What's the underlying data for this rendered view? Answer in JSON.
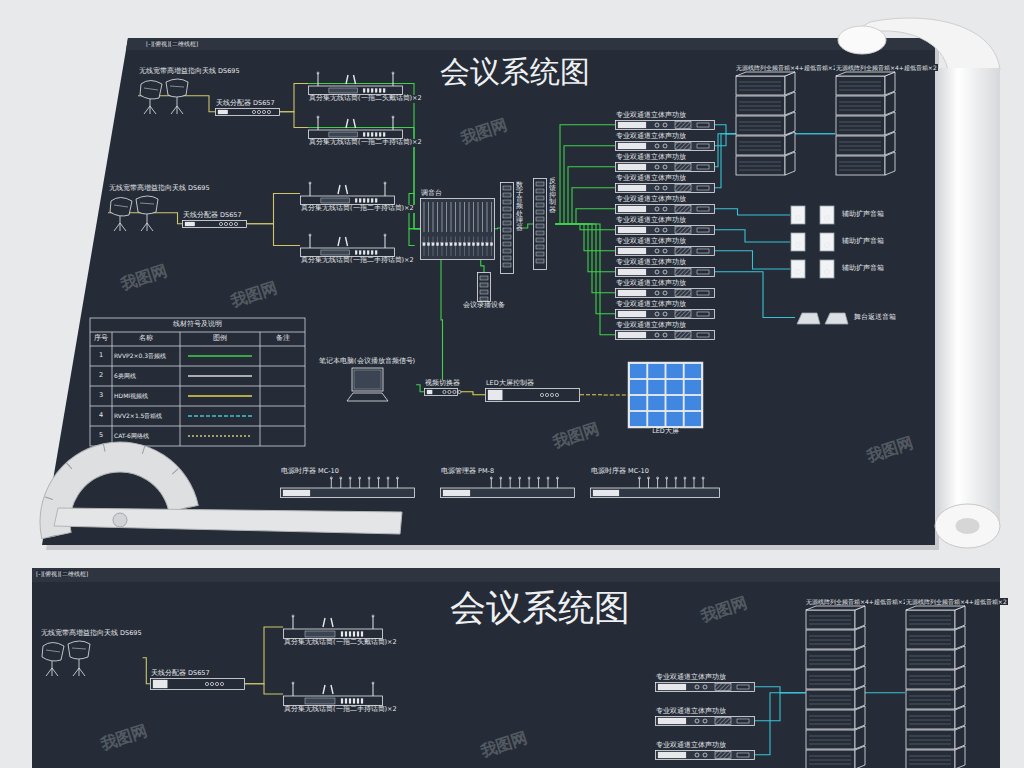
{
  "diagram": {
    "title": "会议系统图",
    "nodes": [
      {
        "text": [
          "无线宽带高增益指向天线 DS695"
        ]
      },
      {
        "text": [
          "天线分配器 DS657"
        ]
      },
      {
        "text": [
          "真分集无线话筒(一拖二头戴话筒)×2"
        ]
      },
      {
        "text": [
          "真分集无线话筒(一拖二手持话筒)×2"
        ]
      },
      {
        "text": [
          "无线宽带高增益指向天线 DS695"
        ]
      },
      {
        "text": [
          "天线分配器 DS657"
        ]
      },
      {
        "text": [
          "真分集无线话筒(一拖二手持话筒)×2"
        ]
      },
      {
        "text": [
          "真分集无线话筒(一拖二手持话筒)×2"
        ]
      },
      {
        "text": [
          "调音台"
        ]
      },
      {
        "text": [
          "会议录播设备"
        ]
      },
      {
        "text": [
          "数字音频处理器"
        ]
      },
      {
        "text": [
          "反馈抑制器"
        ]
      },
      {
        "text": [
          "专业双通道立体声功放"
        ]
      },
      {
        "text": [
          "专业双通道立体声功放"
        ]
      },
      {
        "text": [
          "专业双通道立体声功放"
        ]
      },
      {
        "text": [
          "专业双通道立体声功放"
        ]
      },
      {
        "text": [
          "专业双通道立体声功放"
        ]
      },
      {
        "text": [
          "专业双通道立体声功放"
        ]
      },
      {
        "text": [
          "专业双通道立体声功放"
        ]
      },
      {
        "text": [
          "专业双通道立体声功放"
        ]
      },
      {
        "text": [
          "专业双通道立体声功放"
        ]
      },
      {
        "text": [
          "专业双通道立体声功放"
        ]
      },
      {
        "text": [
          "专业双通道立体声功放"
        ]
      },
      {
        "text": [
          "无源线阵列全频音箱×4+超低音箱×2"
        ]
      },
      {
        "text": [
          "无源线阵列全频音箱×4+超低音箱×2"
        ]
      },
      {
        "text": [
          "辅助扩声音箱"
        ]
      },
      {
        "text": [
          "辅助扩声音箱"
        ]
      },
      {
        "text": [
          "辅助扩声音箱"
        ]
      },
      {
        "text": [
          "舞台返送音箱"
        ]
      },
      {
        "text": [
          "笔记本电脑(会议播放音频信号)"
        ]
      },
      {
        "text": [
          "视频切换器"
        ]
      },
      {
        "text": [
          "LED大屏控制器"
        ]
      },
      {
        "text": [
          "LED大屏"
        ]
      },
      {
        "text": [
          "电源时序器 MC-10"
        ]
      },
      {
        "text": [
          "电源管理器 PM-8"
        ]
      },
      {
        "text": [
          "电源时序器 MC-10"
        ]
      },
      {
        "text": [
          "无线宽带高增益指向天线 DS695"
        ]
      },
      {
        "text": [
          "天线分配器 DS657"
        ]
      },
      {
        "text": [
          "真分集无线话筒(一拖二头戴话筒)×2"
        ]
      },
      {
        "text": [
          "真分集无线话筒(一拖二手持话筒)×2"
        ]
      },
      {
        "text": [
          "专业双通道立体声功放"
        ]
      },
      {
        "text": [
          "专业双通道立体声功放"
        ]
      },
      {
        "text": [
          "专业双通道立体声功放"
        ]
      },
      {
        "text": [
          "无源线阵列全频音箱×4+超低音箱×2"
        ]
      },
      {
        "text": [
          "无源线阵列全频音箱×4+超低音箱×2"
        ]
      }
    ],
    "edges": [
      {
        "from": 0,
        "to": 1,
        "arrow": "none"
      },
      {
        "from": 1,
        "to": 2,
        "arrow": "none"
      },
      {
        "from": 1,
        "to": 3,
        "arrow": "none"
      },
      {
        "from": 4,
        "to": 5,
        "arrow": "none"
      },
      {
        "from": 5,
        "to": 6,
        "arrow": "none"
      },
      {
        "from": 5,
        "to": 7,
        "arrow": "none"
      },
      {
        "from": 2,
        "to": 8,
        "arrow": "none"
      },
      {
        "from": 3,
        "to": 8,
        "arrow": "none"
      },
      {
        "from": 6,
        "to": 8,
        "arrow": "none"
      },
      {
        "from": 7,
        "to": 8,
        "arrow": "none"
      },
      {
        "from": 8,
        "to": 9,
        "arrow": "none"
      },
      {
        "from": 8,
        "to": 10,
        "arrow": "none"
      },
      {
        "from": 10,
        "to": 11,
        "arrow": "none"
      },
      {
        "from": 11,
        "to": 12,
        "arrow": "none"
      },
      {
        "from": 11,
        "to": 13,
        "arrow": "none"
      },
      {
        "from": 11,
        "to": 14,
        "arrow": "none"
      },
      {
        "from": 11,
        "to": 15,
        "arrow": "none"
      },
      {
        "from": 11,
        "to": 16,
        "arrow": "none"
      },
      {
        "from": 11,
        "to": 17,
        "arrow": "none"
      },
      {
        "from": 11,
        "to": 18,
        "arrow": "none"
      },
      {
        "from": 11,
        "to": 19,
        "arrow": "none"
      },
      {
        "from": 11,
        "to": 20,
        "arrow": "none"
      },
      {
        "from": 11,
        "to": 21,
        "arrow": "none"
      },
      {
        "from": 11,
        "to": 22,
        "arrow": "none"
      },
      {
        "from": 12,
        "to": 23,
        "arrow": "none"
      },
      {
        "from": 13,
        "to": 23,
        "arrow": "none"
      },
      {
        "from": 14,
        "to": 24,
        "arrow": "none"
      },
      {
        "from": 15,
        "to": 24,
        "arrow": "none"
      },
      {
        "from": 16,
        "to": 25,
        "arrow": "none"
      },
      {
        "from": 17,
        "to": 26,
        "arrow": "none"
      },
      {
        "from": 18,
        "to": 27,
        "arrow": "none"
      },
      {
        "from": 19,
        "to": 28,
        "arrow": "none"
      },
      {
        "from": 29,
        "to": 30,
        "arrow": "none"
      },
      {
        "from": 30,
        "to": 31,
        "arrow": "none"
      },
      {
        "from": 31,
        "to": 32,
        "arrow": "none"
      },
      {
        "from": 30,
        "to": 8,
        "arrow": "none"
      },
      {
        "from": 36,
        "to": 37,
        "arrow": "none"
      },
      {
        "from": 37,
        "to": 38,
        "arrow": "none"
      },
      {
        "from": 37,
        "to": 39,
        "arrow": "none"
      },
      {
        "from": 40,
        "to": 43,
        "arrow": "none"
      },
      {
        "from": 41,
        "to": 43,
        "arrow": "none"
      },
      {
        "from": 42,
        "to": 44,
        "arrow": "none"
      }
    ],
    "labels": [
      "[-][俯视][二维线框]",
      "[-][俯视][二维线框]",
      "会议系统图",
      "线材符号及说明",
      "序号",
      "名称",
      "图例",
      "备注",
      "1",
      "2",
      "3",
      "4",
      "5",
      "我图网",
      "我图网",
      "我图网",
      "我图网",
      "我图网",
      "我图网",
      "我图网",
      "我图网"
    ],
    "legend": [
      {
        "text": "RVVP2×0.3音频线"
      },
      {
        "text": "6类网线"
      },
      {
        "text": "HDMI视频线"
      },
      {
        "text": "RVV2×1.5音箱线"
      },
      {
        "text": "CAT-6网络线"
      }
    ]
  }
}
